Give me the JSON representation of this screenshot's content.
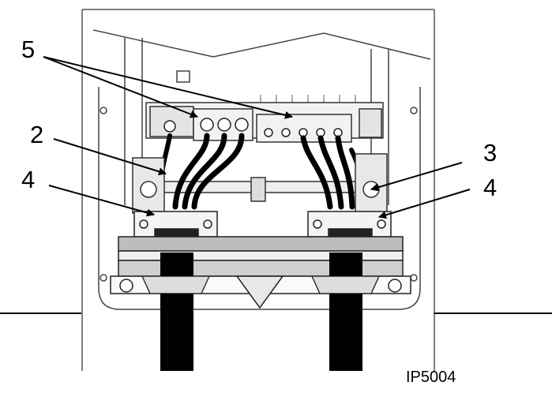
{
  "figure_id": "IP5004",
  "callouts": {
    "c5": "5",
    "c2": "2",
    "c4_left": "4",
    "c3": "3",
    "c4_right": "4"
  }
}
